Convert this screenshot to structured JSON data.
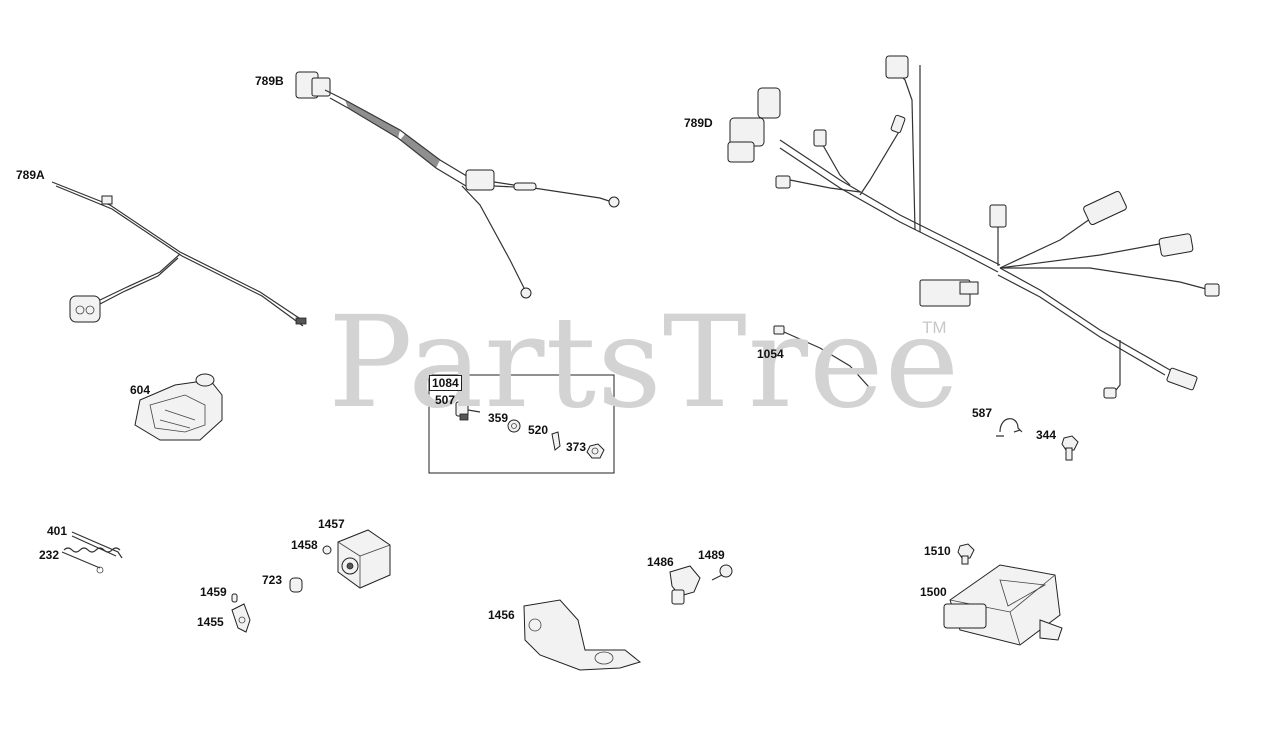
{
  "watermark": {
    "text": "PartsTree",
    "trademark": "TM"
  },
  "kit_label": "1084",
  "callouts": [
    {
      "id": "789B",
      "text": "789B"
    },
    {
      "id": "789A",
      "text": "789A"
    },
    {
      "id": "789D",
      "text": "789D"
    },
    {
      "id": "604",
      "text": "604"
    },
    {
      "id": "1054",
      "text": "1054"
    },
    {
      "id": "507",
      "text": "507"
    },
    {
      "id": "359",
      "text": "359"
    },
    {
      "id": "520",
      "text": "520"
    },
    {
      "id": "373",
      "text": "373"
    },
    {
      "id": "587",
      "text": "587"
    },
    {
      "id": "344",
      "text": "344"
    },
    {
      "id": "401",
      "text": "401"
    },
    {
      "id": "232",
      "text": "232"
    },
    {
      "id": "1457",
      "text": "1457"
    },
    {
      "id": "1458",
      "text": "1458"
    },
    {
      "id": "723",
      "text": "723"
    },
    {
      "id": "1459",
      "text": "1459"
    },
    {
      "id": "1455",
      "text": "1455"
    },
    {
      "id": "1456",
      "text": "1456"
    },
    {
      "id": "1486",
      "text": "1486"
    },
    {
      "id": "1489",
      "text": "1489"
    },
    {
      "id": "1510",
      "text": "1510"
    },
    {
      "id": "1500",
      "text": "1500"
    }
  ]
}
